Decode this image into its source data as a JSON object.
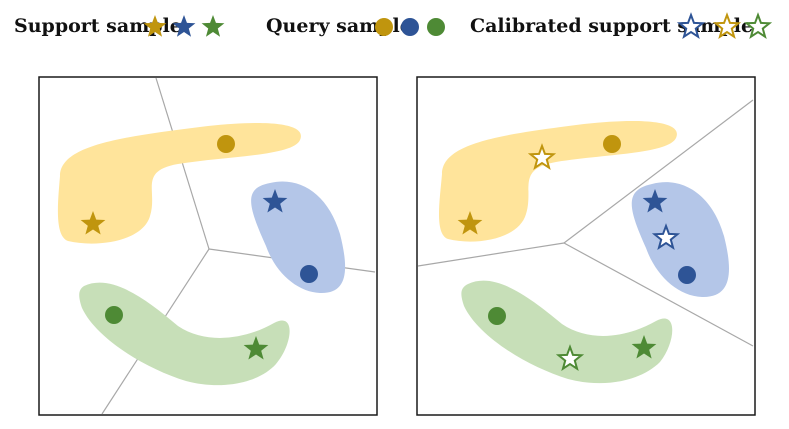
{
  "legend": {
    "support_label": "Support sample",
    "query_label": "Query sample",
    "calibrated_label": "Calibrated support sample"
  },
  "colors": {
    "gold": "#C0950E",
    "blue": "#2E5496",
    "green": "#4E8A35",
    "gold_region": "#FFE49B",
    "blue_region": "#B4C6E8",
    "green_region": "#C7DFB8",
    "boundary": "#A8A8A8",
    "frame": "#1A1A1A"
  },
  "icons": {
    "support": "filled-star",
    "query": "filled-circle",
    "calibrated": "hollow-star"
  }
}
